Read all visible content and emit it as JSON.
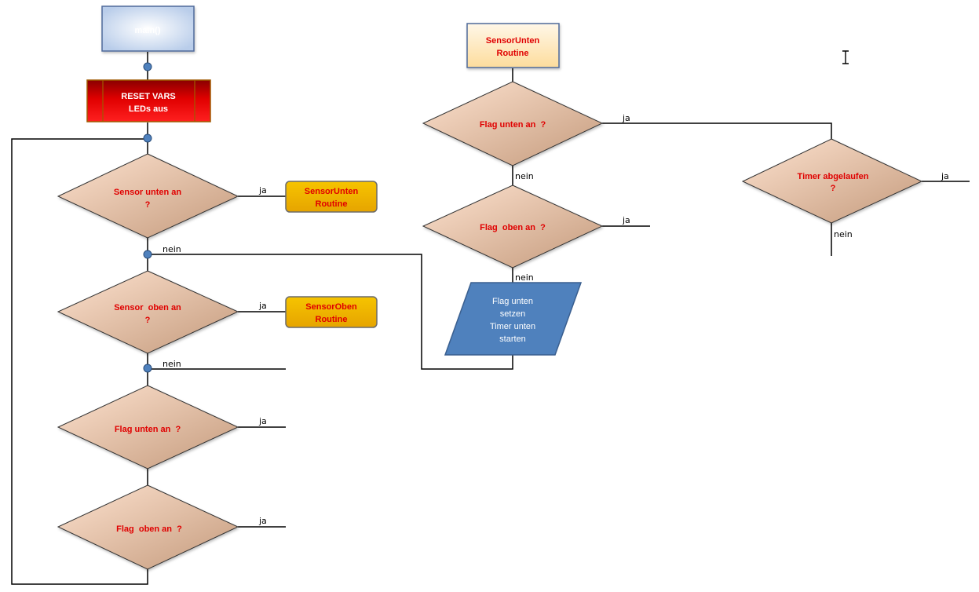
{
  "colors": {
    "line": "#000000",
    "connector_dot": "#4f81bd",
    "decision_light": "#fde2cf",
    "decision_dark": "#c49a7c",
    "decision_text": "#e00000",
    "start_fill_light": "#ffffff",
    "start_fill_dark": "#b9cdea",
    "start_border": "#4f6b9a",
    "start_text": "#ffffff",
    "reset_fill": "#d00000",
    "reset_text": "#ffffff",
    "routine_fill": "#f2b500",
    "routine_border": "#6b6b6b",
    "routine_text": "#e00000",
    "entry_fill": "#fde9c4",
    "entry_border": "#4f6b9a",
    "entry_text": "#e00000",
    "io_fill": "#4f81bd",
    "io_text": "#ffffff"
  },
  "main_flow": {
    "start": {
      "label": "main()"
    },
    "reset": {
      "line1": "RESET VARS",
      "line2": "LEDs aus"
    },
    "decision_sensor_unten": {
      "line1": "Sensor unten an",
      "line2": "?",
      "yes": "ja",
      "no": "nein"
    },
    "routine_unten": {
      "line1": "SensorUnten",
      "line2": "Routine"
    },
    "decision_sensor_oben": {
      "line1": "Sensor  oben an",
      "line2": "?",
      "yes": "ja",
      "no": "nein"
    },
    "routine_oben": {
      "line1": "SensorOben",
      "line2": "Routine"
    },
    "decision_flag_unten": {
      "line1": "Flag unten an  ?",
      "yes": "ja"
    },
    "decision_flag_oben": {
      "line1": "Flag  oben an  ?",
      "yes": "ja"
    }
  },
  "routine_flow": {
    "entry": {
      "line1": "SensorUnten",
      "line2": "Routine"
    },
    "decision_flag_unten": {
      "line1": "Flag unten an  ?",
      "yes": "ja",
      "no": "nein"
    },
    "decision_flag_oben": {
      "line1": "Flag  oben an  ?",
      "yes": "ja",
      "no": "nein"
    },
    "action": {
      "line1": "Flag unten",
      "line2": "setzen",
      "line3": "Timer unten",
      "line4": "starten"
    },
    "decision_timer": {
      "line1": "Timer abgelaufen",
      "line2": "?",
      "yes": "ja",
      "no": "nein"
    }
  }
}
